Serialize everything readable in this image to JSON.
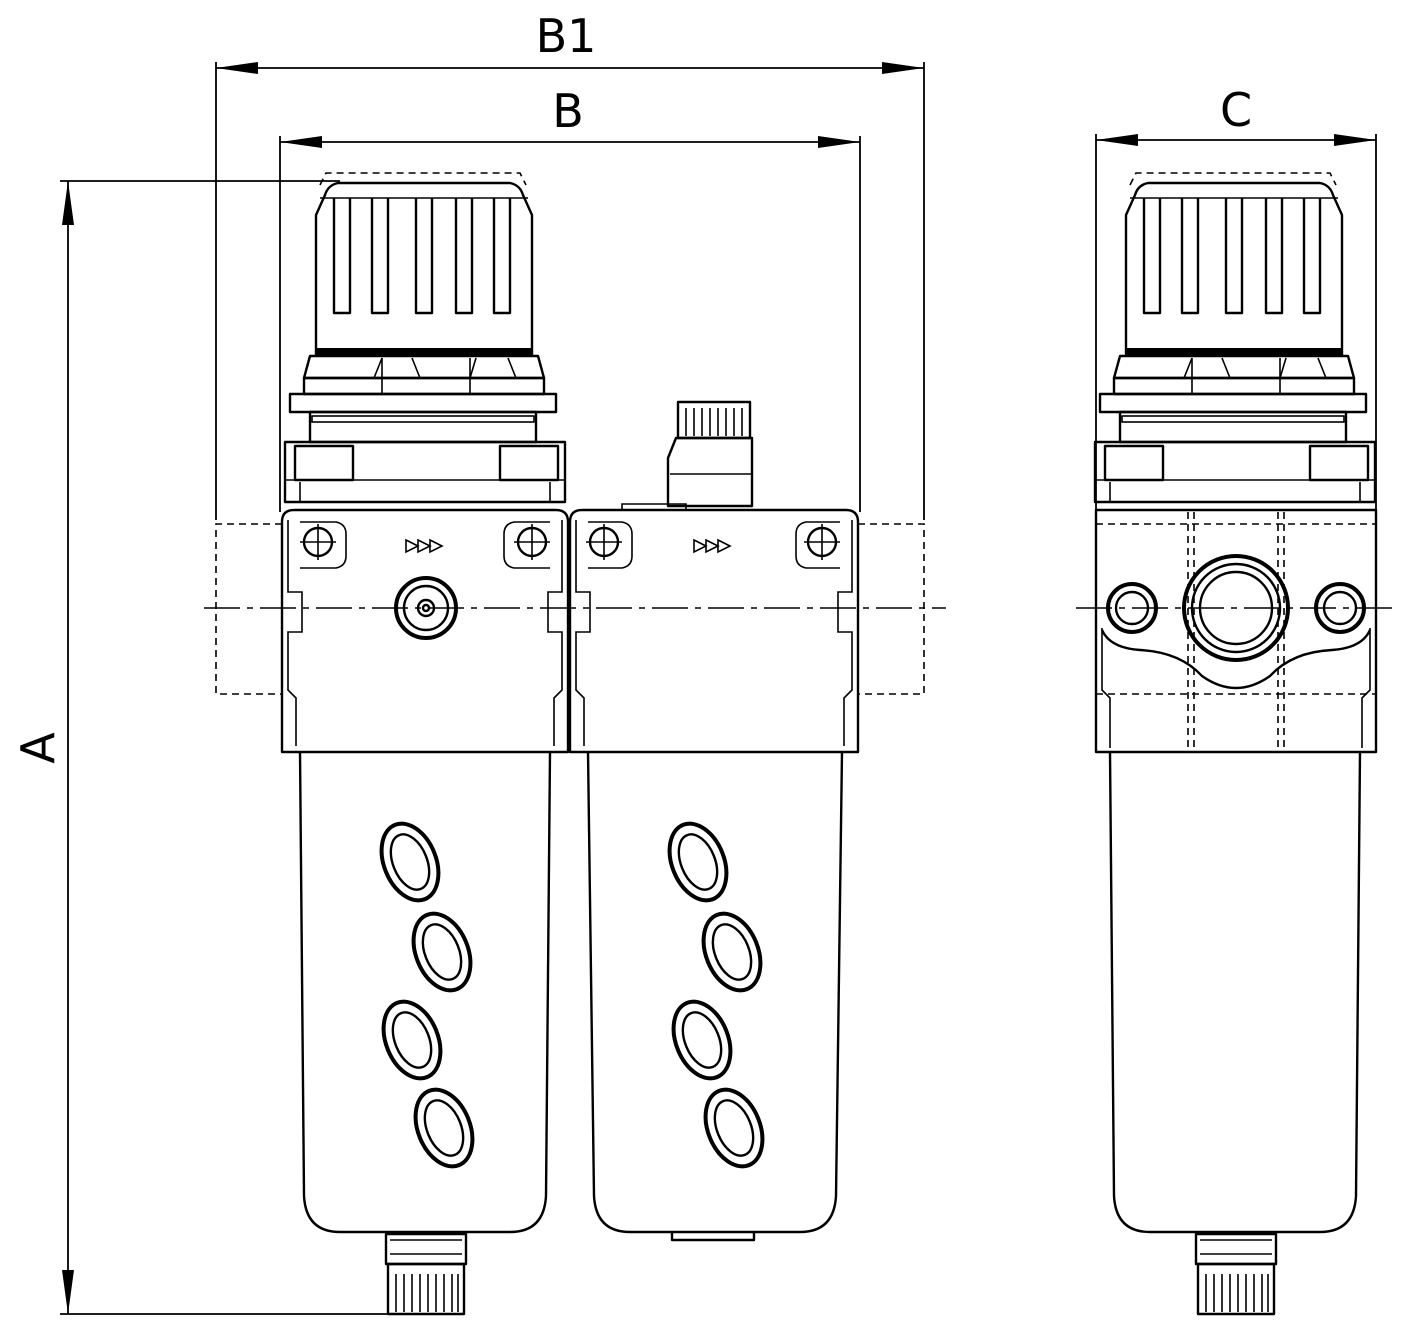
{
  "drawing": {
    "dimensions": {
      "a": "A",
      "b": "B",
      "b1": "B1",
      "c": "C"
    },
    "line_color": "#000000",
    "background": "#ffffff",
    "views": [
      "front-view",
      "side-view"
    ]
  }
}
